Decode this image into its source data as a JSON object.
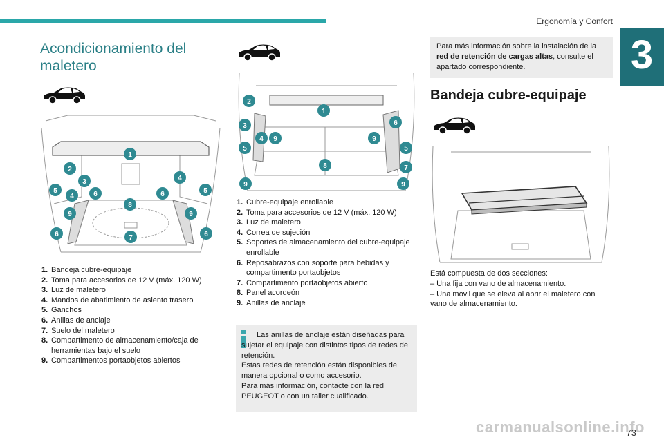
{
  "header": {
    "section": "Ergonomía y Confort",
    "chapter": "3",
    "page": "73"
  },
  "watermark": "carmanualsonline.info",
  "col1": {
    "title": "Acondicionamiento del maletero",
    "items": [
      {
        "n": "1.",
        "text": "Bandeja cubre-equipaje"
      },
      {
        "n": "2.",
        "text": "Toma para accesorios de 12 V (máx. 120 W)"
      },
      {
        "n": "3.",
        "text": "Luz de maletero"
      },
      {
        "n": "4.",
        "text": "Mandos de abatimiento de asiento trasero"
      },
      {
        "n": "5.",
        "text": "Ganchos"
      },
      {
        "n": "6.",
        "text": "Anillas de anclaje"
      },
      {
        "n": "7.",
        "text": "Suelo del maletero"
      },
      {
        "n": "8.",
        "text": "Compartimento de almacenamiento/caja de herramientas bajo el suelo"
      },
      {
        "n": "9.",
        "text": "Compartimentos portaobjetos abiertos"
      }
    ]
  },
  "col2": {
    "items": [
      {
        "n": "1.",
        "text": "Cubre-equipaje enrollable"
      },
      {
        "n": "2.",
        "text": "Toma para accesorios de 12 V (máx. 120 W)"
      },
      {
        "n": "3.",
        "text": "Luz de maletero"
      },
      {
        "n": "4.",
        "text": "Correa de sujeción"
      },
      {
        "n": "5.",
        "text": "Soportes de almacenamiento del cubre-equipaje enrollable"
      },
      {
        "n": "6.",
        "text": "Reposabrazos con soporte para bebidas y compartimento portaobjetos"
      },
      {
        "n": "7.",
        "text": "Compartimento portaobjetos abierto"
      },
      {
        "n": "8.",
        "text": "Panel acordeón"
      },
      {
        "n": "9.",
        "text": "Anillas de anclaje"
      }
    ],
    "info": {
      "p1": "Las anillas de anclaje están diseñadas para sujetar el equipaje con distintos tipos de redes de retención.",
      "p2": "Estas redes de retención están disponibles de manera opcional o como accesorio.",
      "p3": "Para más información, contacte con la red PEUGEOT o con un taller cualificado."
    }
  },
  "col3": {
    "note_pre": "Para más información sobre la instalación de la ",
    "note_bold": "red de retención de cargas altas",
    "note_post": ", consulte el apartado correspondiente.",
    "heading": "Bandeja cubre-equipaje",
    "para": {
      "intro": "Está compuesta de dos secciones:",
      "l1": "–  Una fija con vano de almacenamiento.",
      "l2": "–  Una móvil que se eleva al abrir el maletero con vano de almacenamiento."
    }
  },
  "markers_left": [
    "1",
    "2",
    "3",
    "4",
    "5",
    "6",
    "7",
    "8",
    "9"
  ],
  "markers_mid": [
    "1",
    "2",
    "3",
    "4",
    "5",
    "6",
    "7",
    "8",
    "9"
  ],
  "colors": {
    "accent": "#2aa7a9",
    "tab": "#1f6f78",
    "marker": "#2f8a92",
    "info": "#ececec"
  }
}
